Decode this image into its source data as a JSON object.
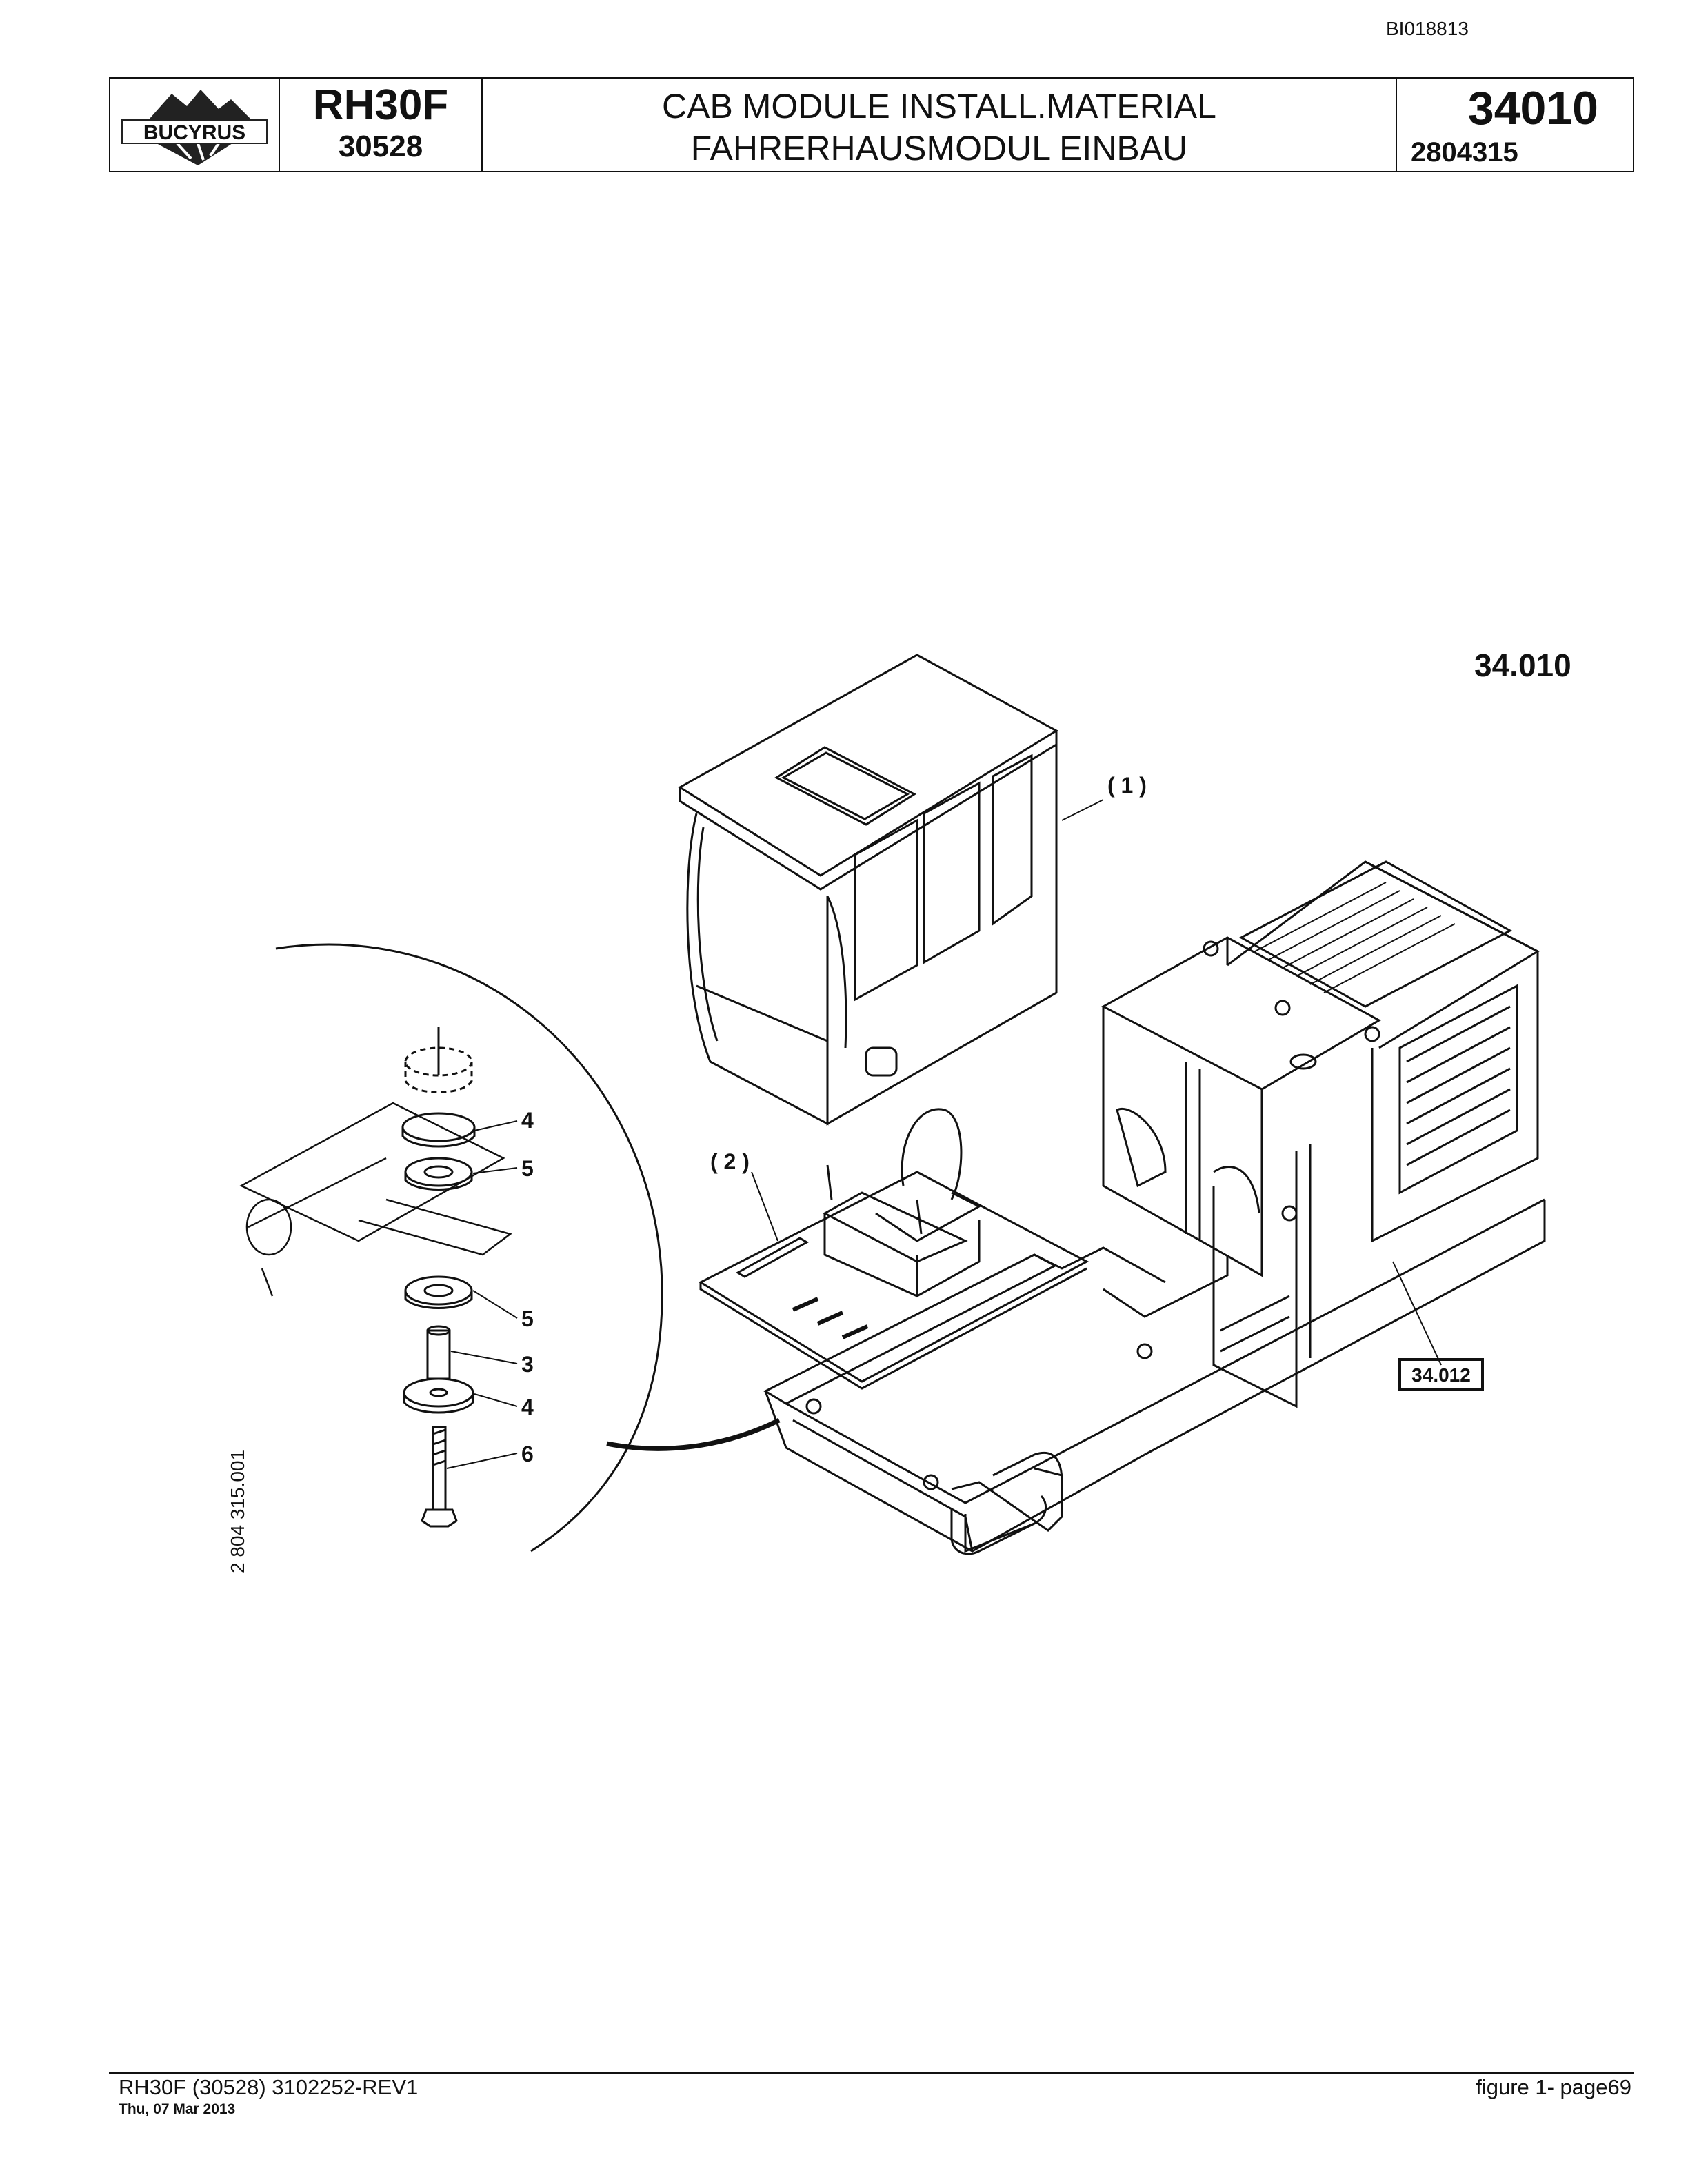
{
  "document_id": "BI018813",
  "header": {
    "logo_text": "BUCYRUS",
    "model": "RH30F",
    "serial": "30528",
    "title_en": "CAB MODULE INSTALL.MATERIAL",
    "title_de": "FAHRERHAUSMODUL EINBAU",
    "group_number": "34010",
    "part_number": "2804315"
  },
  "drawing": {
    "group_code": "34.010",
    "ref_box": "34.012",
    "drawing_number": "2 804 315.001",
    "callouts": {
      "cab": "( 1 )",
      "platform": "( 2 )",
      "washer_top": "4",
      "rubber_top": "5",
      "rubber_bottom": "5",
      "sleeve": "3",
      "washer_bottom": "4",
      "bolt": "6"
    }
  },
  "footer": {
    "left": "RH30F (30528) 3102252-REV1",
    "date": "Thu, 07 Mar 2013",
    "right": "figure  1- page69"
  }
}
